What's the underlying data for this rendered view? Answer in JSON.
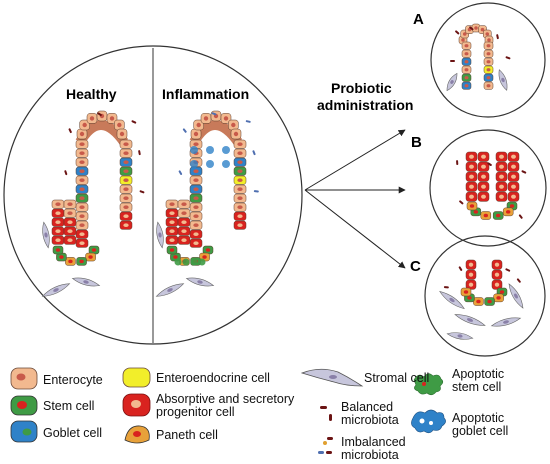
{
  "panel": {
    "healthy_title": "Healthy",
    "inflammation_title": "Inflammation",
    "probiotic_line1": "Probiotic",
    "probiotic_line2": "administration",
    "label_a": "A",
    "label_b": "B",
    "label_c": "C"
  },
  "legend": {
    "enterocyte": "Enterocyte",
    "stem_cell": "Stem cell",
    "goblet_cell": "Goblet cell",
    "enteroendocrine": "Enteroendocrine cell",
    "absorptive_line1": "Absorptive and secretory",
    "absorptive_line2": "progenitor cell",
    "paneth": "Paneth cell",
    "stromal": "Stromal cell",
    "balanced_line1": "Balanced",
    "balanced_line2": "microbiota",
    "imbalanced_line1": "Imbalanced",
    "imbalanced_line2": "microbiota",
    "apoptotic_stem_line1": "Apoptotic",
    "apoptotic_stem_line2": "stem cell",
    "apoptotic_goblet_line1": "Apoptotic",
    "apoptotic_goblet_line2": "goblet cell"
  },
  "colors": {
    "enterocyte": "#f2b98f",
    "enterocyte_nucleus": "#c85a4a",
    "stem": "#3f9b45",
    "goblet": "#2f82c8",
    "enteroendocrine": "#f2ee2a",
    "progenitor": "#d9231f",
    "paneth": "#e8a13a",
    "stromal": "#c7c6dc",
    "microbiota": "#6b1414"
  }
}
